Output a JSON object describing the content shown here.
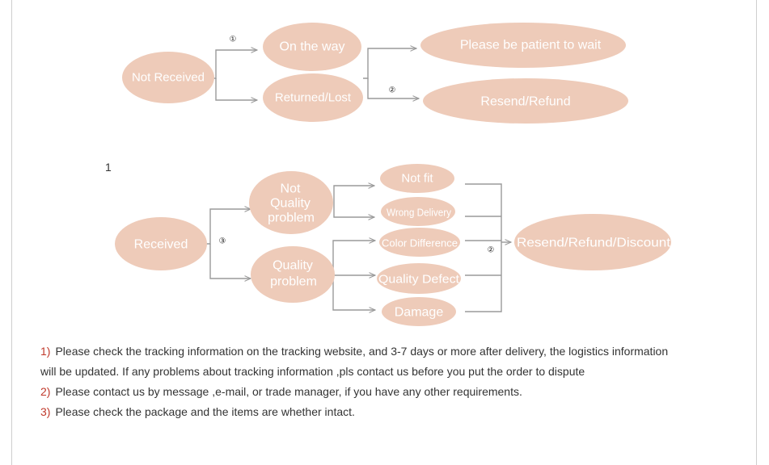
{
  "section_marker": "1",
  "colors": {
    "node_fill": "#eecbb9",
    "node_text": "#ffffff",
    "connector": "#9a9a9a",
    "number_color": "#c0392b",
    "note_text": "#333333"
  },
  "top_flow": {
    "start": "Not Received",
    "branch1": "On the way",
    "branch2": "Returned/Lost",
    "outcome1": "Please be patient to wait",
    "outcome2": "Resend/Refund",
    "marker_a": "①",
    "marker_b": "②"
  },
  "bottom_flow": {
    "start": "Received",
    "marker_start": "③",
    "cat1_lines": [
      "Not",
      "Quality",
      "problem"
    ],
    "cat2_lines": [
      "Quality",
      "problem"
    ],
    "item_not_fit": "Not fit",
    "item_wrong_delivery": "Wrong Delivery",
    "item_color_difference": "Color Difference",
    "item_quality_defect": "Quality Defect",
    "item_damage": "Damage",
    "marker_result": "②",
    "result": "Resend/Refund/Discount"
  },
  "notes": {
    "n1_num": "1)",
    "n1_text": "Please check the tracking information on the tracking website, and 3-7 days or more after delivery, the logistics information",
    "n1_cont": "will be updated. If any problems about tracking information ,pls contact us before you put the order to dispute",
    "n2_num": "2)",
    "n2_text": "Please contact us by message ,e-mail, or trade manager, if you have any other requirements.",
    "n3_num": "3)",
    "n3_text": "Please check the package and the items are whether intact."
  }
}
